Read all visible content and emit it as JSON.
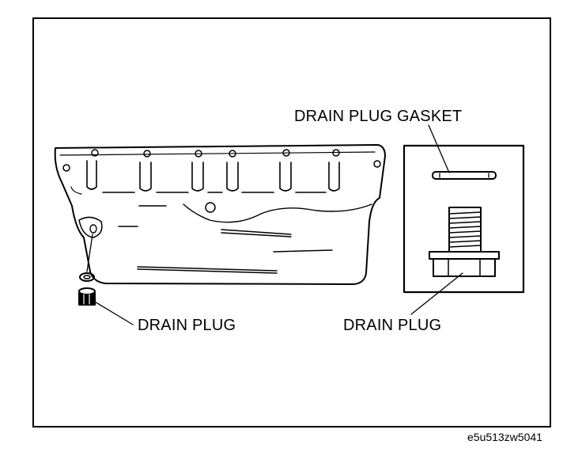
{
  "labels": {
    "drain_plug_gasket": "DRAIN PLUG GASKET",
    "drain_plug_left": "DRAIN PLUG",
    "drain_plug_right": "DRAIN PLUG"
  },
  "figure_id": "e5u513zw5041",
  "colors": {
    "line": "#000000",
    "background": "#ffffff"
  }
}
